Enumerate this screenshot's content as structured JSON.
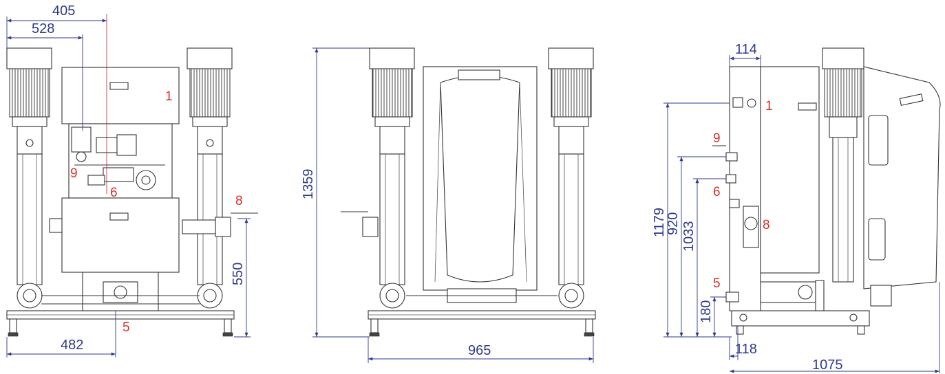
{
  "views": {
    "front": {
      "dimensions": {
        "d405": "405",
        "d528": "528",
        "d482": "482",
        "d550": "550"
      },
      "parts": {
        "p1": "1",
        "p9": "9",
        "p6": "6",
        "p8": "8",
        "p5": "5"
      }
    },
    "rear": {
      "dimensions": {
        "d1359": "1359",
        "d965": "965"
      }
    },
    "side": {
      "dimensions": {
        "d114": "114",
        "d1179": "1179",
        "d920": "920",
        "d1033": "1033",
        "d180": "180",
        "d118": "118",
        "d1075": "1075"
      },
      "parts": {
        "p1": "1",
        "p9": "9",
        "p6": "6",
        "p8": "8",
        "p5": "5"
      }
    }
  }
}
